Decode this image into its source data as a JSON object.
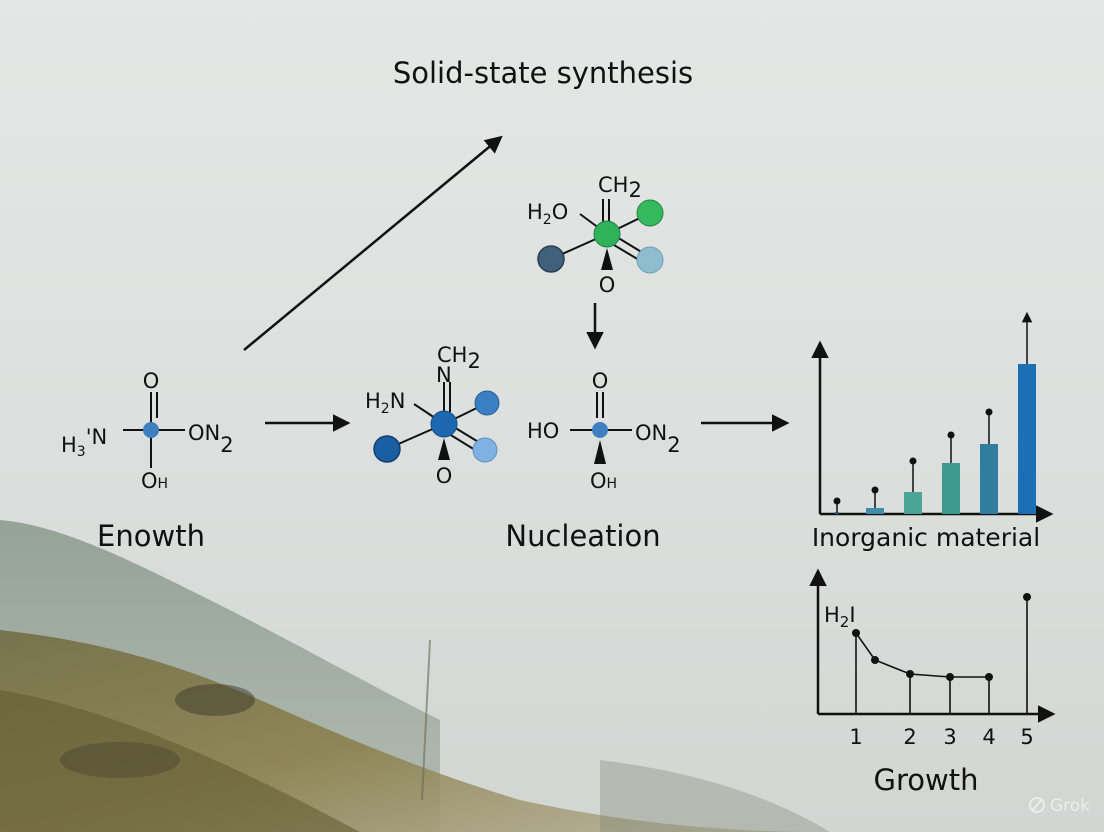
{
  "title": "Solid-state synthesis",
  "stages": {
    "left": {
      "label": "Enowth",
      "top": "O",
      "bottom": "O",
      "bottom_sub": "H",
      "left_main": "H",
      "left_sub": "3",
      "left_tail": "'N",
      "right_main": "ON",
      "right_sub": "2"
    },
    "middle": {
      "top_main": "CH",
      "top_sub": "2",
      "top_second": "N",
      "left_main": "H",
      "left_sub": "2",
      "left_tail": "N",
      "bottom": "O"
    },
    "upper": {
      "top_main": "CH",
      "top_sub": "2",
      "left_main": "H",
      "left_sub": "2",
      "left_tail": "O",
      "bottom": "O"
    },
    "nucleation": {
      "label": "Nucleation",
      "top": "O",
      "left": "HO",
      "right_main": "ON",
      "right_sub": "2",
      "bottom": "O",
      "bottom_sub": "H"
    }
  },
  "charts": {
    "inorganic": {
      "label": "Inorganic material",
      "colors": [
        "#1f5f8a",
        "#3f8fa8",
        "#4aa597",
        "#3c9a8e",
        "#2f7ea0",
        "#1c6fb4"
      ]
    },
    "growth": {
      "label": "Growth",
      "marker_main": "H",
      "marker_sub": "2",
      "marker_tail": "I",
      "ticks": [
        "1",
        "2",
        "3",
        "4",
        "5"
      ]
    }
  },
  "colors": {
    "node_blue": "#2b73b8",
    "node_dark": "#1d5fa3",
    "node_light": "#7fb2e0",
    "node_green": "#2fb25a",
    "node_slate": "#41607a",
    "node_pale": "#8fbccf"
  },
  "watermark": "Grok"
}
